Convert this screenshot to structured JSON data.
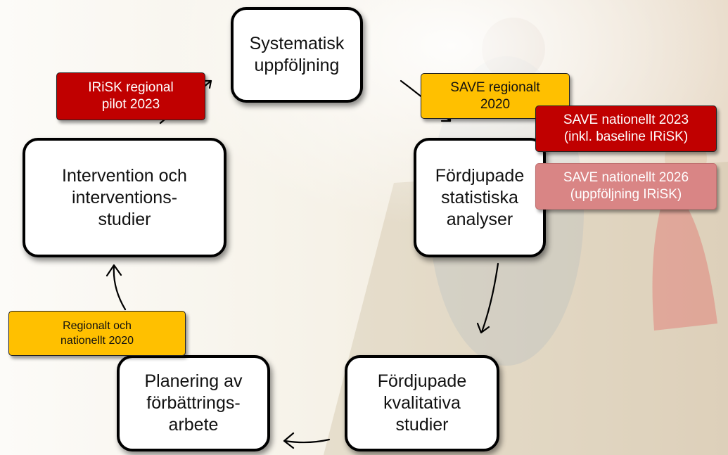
{
  "nodes": {
    "systematisk": "Systematisk\nuppföljning",
    "fordjupade_statistiska": "Fördjupade\nstatistiska\nanalyser",
    "fordjupade_kvalitativa": "Fördjupade\nkvalitativa\nstudier",
    "planering": "Planering av\nförbättrings-\narbete",
    "intervention": "Intervention och\ninterventions-\nstudier"
  },
  "tags": {
    "irisk_regional": "IRiSK regional\npilot 2023",
    "save_regionalt": "SAVE regionalt\n2020",
    "save_nationellt_2023": "SAVE nationellt 2023\n(inkl. baseline IRiSK)",
    "save_nationellt_2026": "SAVE nationellt 2026\n(uppföljning IRiSK)",
    "regionalt_nationellt": "Regionalt och\nnationellt 2020"
  },
  "colors": {
    "red": "#c00000",
    "yellow": "#ffc000",
    "pink": "#d98585"
  }
}
